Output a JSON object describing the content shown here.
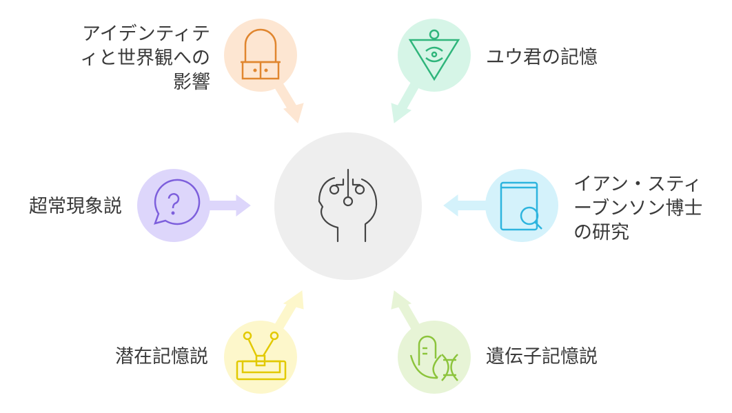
{
  "center": {
    "icon": "head-circuit-icon",
    "fill": "#eeeeee",
    "stroke": "#444444"
  },
  "nodes": [
    {
      "id": "identity",
      "lines": [
        "アイデンティテ",
        "ィと世界観への",
        "影響"
      ],
      "icon": "vanity-cabinet-icon",
      "fill": "#fde6d2",
      "accent": "#e0862f"
    },
    {
      "id": "yuu-memory",
      "lines": [
        "ユウ君の記憶"
      ],
      "icon": "eye-triangle-icon",
      "fill": "#d6f5e7",
      "accent": "#2fb57b"
    },
    {
      "id": "paranormal",
      "lines": [
        "超常現象説"
      ],
      "icon": "question-bubble-icon",
      "fill": "#ddd6fb",
      "accent": "#7d5fdc"
    },
    {
      "id": "stevenson",
      "lines": [
        "イアン・スティ",
        "ーブンソン博士",
        "の研究"
      ],
      "icon": "book-search-icon",
      "fill": "#d4f2fb",
      "accent": "#2db4de"
    },
    {
      "id": "cryptomnesia",
      "lines": [
        "潜在記憶説"
      ],
      "icon": "toolbox-icon",
      "fill": "#fdf7cb",
      "accent": "#e2c900"
    },
    {
      "id": "genetic-memory",
      "lines": [
        "遺伝子記憶説"
      ],
      "icon": "corn-dna-icon",
      "fill": "#e7f4d6",
      "accent": "#8cc43c"
    }
  ]
}
